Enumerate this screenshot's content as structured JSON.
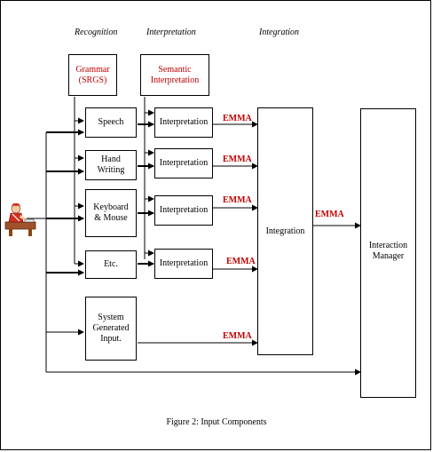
{
  "headers": {
    "recognition": "Recognition",
    "interpretation": "Interpretation",
    "integration": "Integration"
  },
  "top_boxes": {
    "grammar": "Grammar\n(SRGS)",
    "semantic": "Semantic\nInterpretation"
  },
  "inputs": {
    "speech": "Speech",
    "handwriting": "Hand\nWriting",
    "keyboard": "Keyboard\n& Mouse",
    "etc": "Etc.",
    "system": "System\nGenerated\nInput."
  },
  "interpretation_label": "Interpretation",
  "emma_label": "EMMA",
  "integration_label": "Integration",
  "manager_label": "Interaction\nManager",
  "caption": "Figure 2: Input Components",
  "colors": {
    "accent": "#c00000"
  },
  "icons": {
    "user": "person-at-desk-icon"
  }
}
